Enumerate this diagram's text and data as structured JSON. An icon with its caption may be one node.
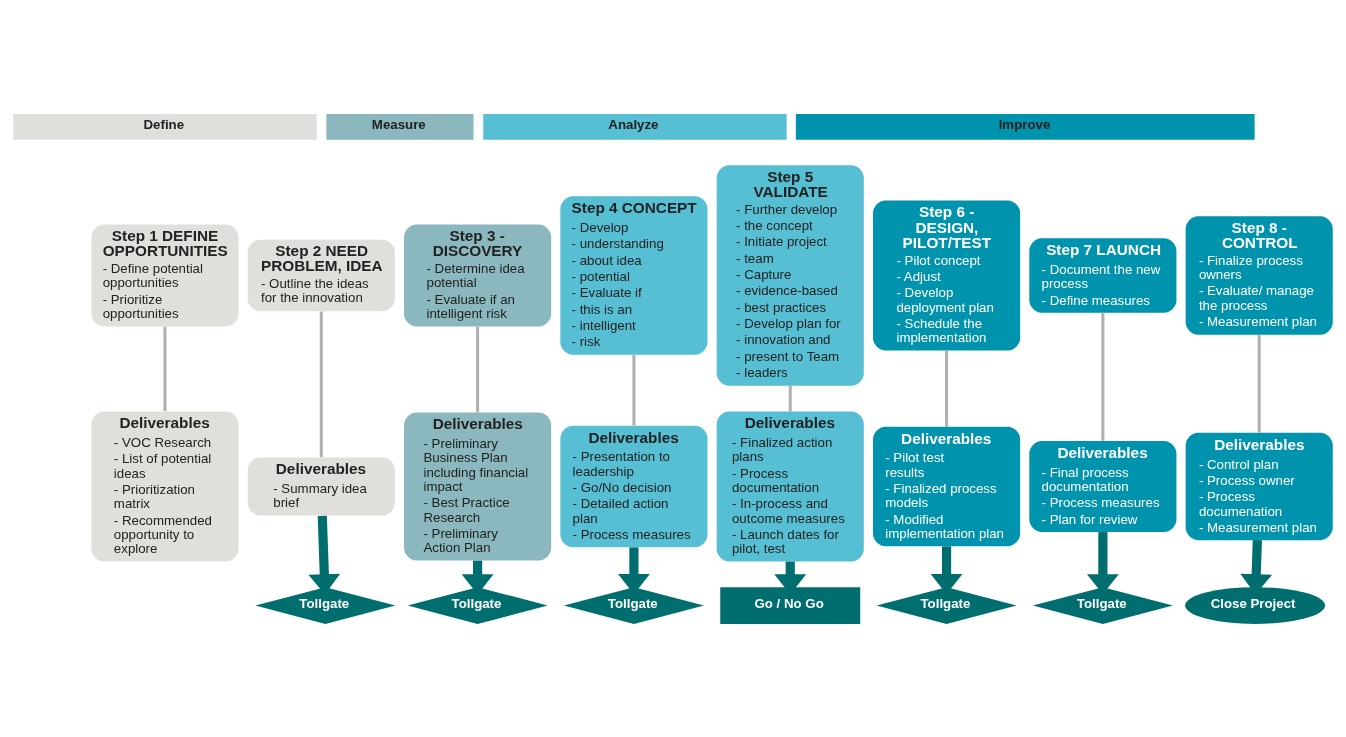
{
  "diagram": {
    "nodes": [
      {
        "text": [
          "Define"
        ]
      },
      {
        "text": [
          "Measure"
        ]
      },
      {
        "text": [
          "Analyze"
        ]
      },
      {
        "text": [
          "Improve"
        ]
      },
      {
        "text": [
          "Step 1 DEFINE OPPORTUNITIES",
          "- Define potential opportunities",
          "- Prioritize opportunities"
        ]
      },
      {
        "text": [
          "Step 2 NEED PROBLEM, IDEA",
          "- Outline the ideas for the innovation"
        ]
      },
      {
        "text": [
          "Step 3 - DISCOVERY",
          "- Determine idea potential",
          "- Evaluate if an intelligent risk"
        ]
      },
      {
        "text": [
          "Step 4 CONCEPT",
          "- Develop",
          "- understanding",
          "- about idea",
          "- potential",
          "- Evaluate if",
          "- this is an",
          "- intelligent",
          "- risk"
        ]
      },
      {
        "text": [
          "Step 5 VALIDATE",
          "- Further develop",
          "- the concept",
          "- Initiate project",
          "- team",
          "- Capture",
          "- evidence-based",
          "- best practices",
          "- Develop plan for",
          "- innovation and",
          "- present to Team",
          "- leaders"
        ]
      },
      {
        "text": [
          "Step 6 - DESIGN, PILOT/TEST",
          "- Pilot concept",
          "- Adjust",
          "- Develop deployment plan",
          "- Schedule the implementation"
        ]
      },
      {
        "text": [
          "Step 7 LAUNCH",
          "- Document the new process",
          "- Define measures"
        ]
      },
      {
        "text": [
          "Step 8 - CONTROL",
          "- Finalize process owners",
          "- Evaluate/ manage the process",
          "- Measurement plan"
        ]
      },
      {
        "text": [
          "Deliverables",
          "- VOC Research",
          "- List of potential ideas",
          "- Prioritization matrix",
          "- Recommended opportunity to explore"
        ]
      },
      {
        "text": [
          "Deliverables",
          "- Summary idea brief"
        ]
      },
      {
        "text": [
          "Deliverables",
          "- Preliminary Business Plan including financial impact",
          "- Best Practice Research",
          "- Preliminary Action Plan"
        ]
      },
      {
        "text": [
          "Deliverables",
          "- Presentation to leadership",
          "- Go/No decision",
          "- Detailed action plan",
          "- Process measures"
        ]
      },
      {
        "text": [
          "Deliverables",
          "- Finalized action plans",
          "- Process documentation",
          "- In-process and outcome measures",
          "- Launch dates for pilot, test"
        ]
      },
      {
        "text": [
          "Deliverables",
          "- Pilot test results",
          "- Finalized process models",
          "- Modified implementation plan"
        ]
      },
      {
        "text": [
          "Deliverables",
          "- Final process documentation",
          "- Process measures",
          "- Plan for review"
        ]
      },
      {
        "text": [
          "Deliverables",
          "- Control plan",
          "- Process owner",
          "- Process documenation",
          "- Measurement plan"
        ]
      },
      {
        "text": [
          "Tollgate"
        ]
      },
      {
        "text": [
          "Tollgate"
        ]
      },
      {
        "text": [
          "Tollgate"
        ]
      },
      {
        "text": [
          "Go / No Go"
        ]
      },
      {
        "text": [
          "Tollgate"
        ]
      },
      {
        "text": [
          "Tollgate"
        ]
      },
      {
        "text": [
          "Close Project"
        ]
      }
    ],
    "edges": [
      {
        "from": 4,
        "to": 12,
        "arrow": "none"
      },
      {
        "from": 5,
        "to": 13,
        "arrow": "none"
      },
      {
        "from": 6,
        "to": 14,
        "arrow": "none"
      },
      {
        "from": 7,
        "to": 15,
        "arrow": "none"
      },
      {
        "from": 8,
        "to": 16,
        "arrow": "none"
      },
      {
        "from": 9,
        "to": 17,
        "arrow": "none"
      },
      {
        "from": 10,
        "to": 18,
        "arrow": "none"
      },
      {
        "from": 11,
        "to": 19,
        "arrow": "none"
      },
      {
        "from": 13,
        "to": 20,
        "arrow": "to",
        "style": "thick",
        "color": "#006d6f"
      },
      {
        "from": 14,
        "to": 21,
        "arrow": "to",
        "style": "thick",
        "color": "#006d6f"
      },
      {
        "from": 15,
        "to": 22,
        "arrow": "to",
        "style": "thick",
        "color": "#006d6f"
      },
      {
        "from": 16,
        "to": 23,
        "arrow": "to",
        "style": "thick",
        "color": "#006d6f"
      },
      {
        "from": 17,
        "to": 24,
        "arrow": "to",
        "style": "thick",
        "color": "#006d6f"
      },
      {
        "from": 18,
        "to": 25,
        "arrow": "to",
        "style": "thick",
        "color": "#006d6f"
      },
      {
        "from": 19,
        "to": 26,
        "arrow": "to",
        "style": "thick",
        "color": "#006d6f"
      }
    ]
  }
}
